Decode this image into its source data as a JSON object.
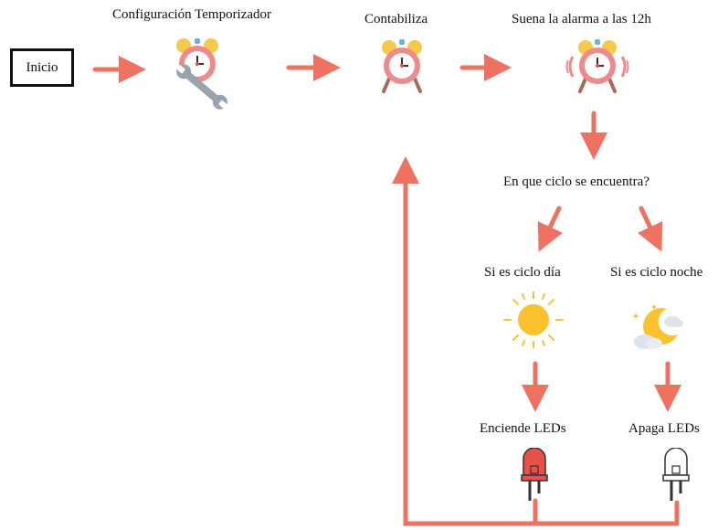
{
  "nodes": {
    "start": "Inicio",
    "config_timer": "Configuración Temporizador",
    "count": "Contabiliza",
    "alarm": "Suena la alarma a las 12h",
    "question": "En que ciclo se encuentra?",
    "day_cycle": "Si es ciclo día",
    "night_cycle": "Si es ciclo noche",
    "leds_on": "Enciende LEDs",
    "leds_off": "Apaga LEDs"
  },
  "colors": {
    "arrow": "#ee7161",
    "clock_body": "#ef8a8a",
    "clock_bell": "#f7c948",
    "led_red": "#e9504a",
    "sun": "#f9c22e"
  },
  "icons": [
    "alarm-clock-wrench-icon",
    "alarm-clock-icon",
    "ringing-alarm-clock-icon",
    "sun-icon",
    "moon-clouds-icon",
    "red-led-icon",
    "white-led-icon"
  ]
}
